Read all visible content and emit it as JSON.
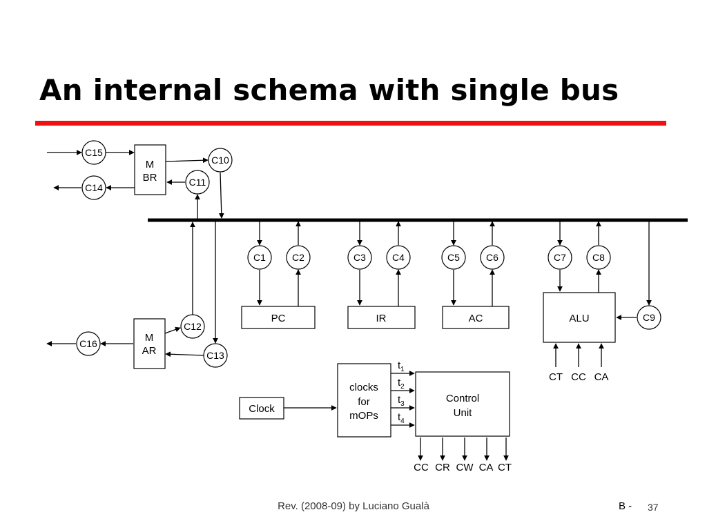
{
  "title": "An internal schema with single bus",
  "colors": {
    "title_rule": "#ee1111",
    "stroke": "#000000"
  },
  "registers": {
    "mbr_line1": "M",
    "mbr_line2": "BR",
    "mar_line1": "M",
    "mar_line2": "AR",
    "pc": "PC",
    "ir": "IR",
    "ac": "AC",
    "alu": "ALU",
    "clock": "Clock",
    "clocks_line1": "clocks",
    "clocks_line2": "for",
    "clocks_line3": "mOPs",
    "control_line1": "Control",
    "control_line2": "Unit"
  },
  "controls": {
    "c1": "C1",
    "c2": "C2",
    "c3": "C3",
    "c4": "C4",
    "c5": "C5",
    "c6": "C6",
    "c7": "C7",
    "c8": "C8",
    "c9": "C9",
    "c10": "C10",
    "c11": "C11",
    "c12": "C12",
    "c13": "C13",
    "c14": "C14",
    "c15": "C15",
    "c16": "C16"
  },
  "timing": {
    "t1": "1",
    "t2": "2",
    "t3": "3",
    "t4": "4",
    "base": "t"
  },
  "alu_inputs": [
    "CT",
    "CC",
    "CA"
  ],
  "control_outputs": [
    "CC",
    "CR",
    "CW",
    "CA",
    "CT"
  ],
  "footer": {
    "credit": "Rev. (2008-09) by Luciano Gualà",
    "section": "B -",
    "page": "37"
  }
}
